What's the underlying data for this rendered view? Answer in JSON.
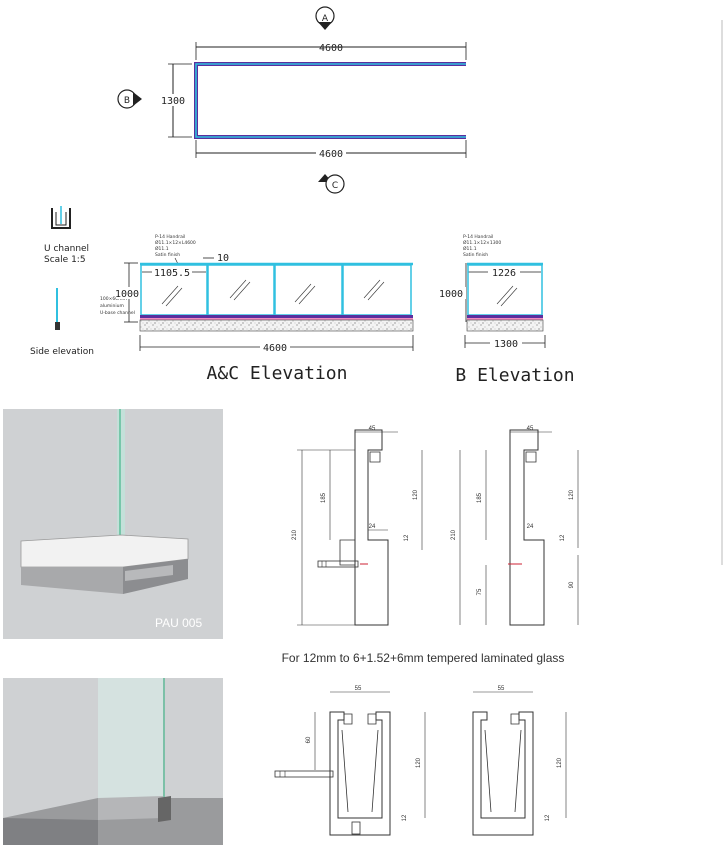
{
  "plan": {
    "marker_a": "A",
    "marker_b": "B",
    "marker_c": "C",
    "top_length": "4600",
    "bottom_length": "4600",
    "side_width": "1300"
  },
  "u_channel": {
    "label": "U channel",
    "scale": "Scale 1:5"
  },
  "side_elevation": {
    "label": "Side elevation"
  },
  "ac_elevation": {
    "title": "A&C Elevation",
    "handrail_note": [
      "P-14 Handrail",
      "Ø11.1×12×L4600",
      "Ø11.1",
      "Satin finish"
    ],
    "panel_width": "1105.5",
    "gap": "10",
    "height": "1000",
    "total": "4600",
    "base_note": [
      "100×60mm",
      "aluminium",
      "U-base channel"
    ]
  },
  "b_elevation": {
    "title": "B Elevation",
    "handrail_note": [
      "P-14 Handrail",
      "Ø11.1×12×1300",
      "Ø11.1",
      "Satin finish"
    ],
    "panel_width": "1226",
    "height": "1000",
    "total": "1300"
  },
  "photos": [
    {
      "label": "PAU 005"
    },
    {
      "label": ""
    }
  ],
  "profile1": {
    "left": {
      "width": "45",
      "total_h": "210",
      "inner_h": "185",
      "right_h": "120",
      "slot": "24",
      "lip": "12"
    },
    "right": {
      "width": "45",
      "total_h": "210",
      "inner_h": "185",
      "bottom_h": "75",
      "right_h": "120",
      "slot": "24",
      "lip": "12",
      "right_bottom": "90"
    }
  },
  "glass_caption": "For 12mm to 6+1.52+6mm tempered laminated glass",
  "profile2": {
    "left": {
      "width": "55",
      "inner_h": "60",
      "right_h": "120",
      "lip": "12"
    },
    "right": {
      "width": "55",
      "right_h": "120",
      "lip": "12"
    }
  },
  "colors": {
    "glass": "#2aa7d6",
    "glass_edge": "#1fb8d8",
    "handrail": "#30c0e0",
    "channel": "#5a2f9e",
    "photo_bg": "#cfd0d2"
  }
}
